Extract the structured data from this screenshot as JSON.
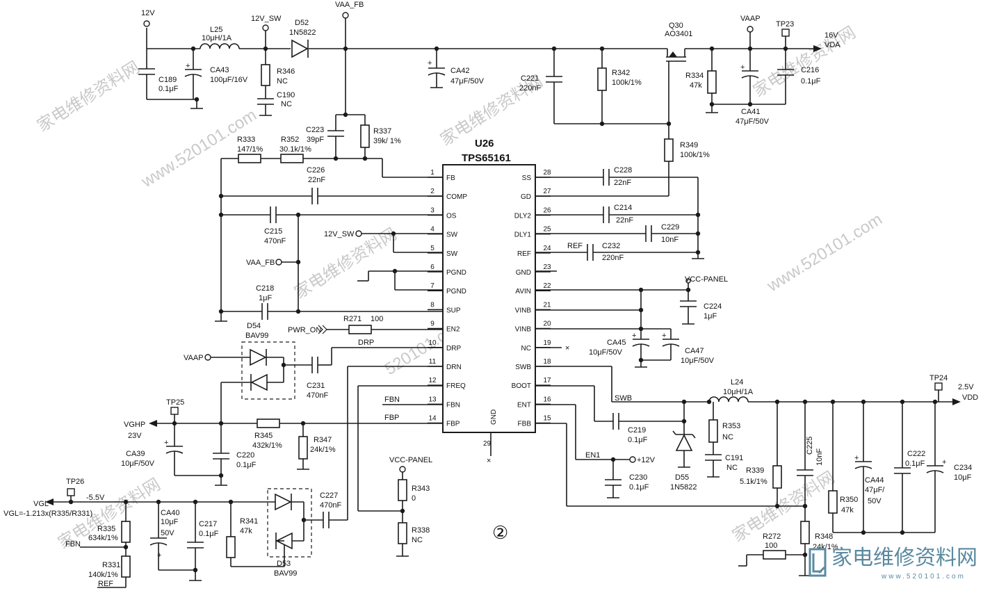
{
  "ic": {
    "ref": "U26",
    "part": "TPS65161",
    "left_pins": [
      {
        "num": "1",
        "name": "FB"
      },
      {
        "num": "2",
        "name": "COMP"
      },
      {
        "num": "3",
        "name": "OS"
      },
      {
        "num": "4",
        "name": "SW"
      },
      {
        "num": "5",
        "name": "SW"
      },
      {
        "num": "6",
        "name": "PGND"
      },
      {
        "num": "7",
        "name": "PGND"
      },
      {
        "num": "8",
        "name": "SUP"
      },
      {
        "num": "9",
        "name": "EN2"
      },
      {
        "num": "10",
        "name": "DRP"
      },
      {
        "num": "11",
        "name": "DRN"
      },
      {
        "num": "12",
        "name": "FREQ"
      },
      {
        "num": "13",
        "name": "FBN"
      },
      {
        "num": "14",
        "name": "FBP"
      }
    ],
    "right_pins": [
      {
        "num": "28",
        "name": "SS"
      },
      {
        "num": "27",
        "name": "GD"
      },
      {
        "num": "26",
        "name": "DLY2"
      },
      {
        "num": "25",
        "name": "DLY1"
      },
      {
        "num": "24",
        "name": "REF"
      },
      {
        "num": "23",
        "name": "GND"
      },
      {
        "num": "22",
        "name": "AVIN"
      },
      {
        "num": "21",
        "name": "VINB"
      },
      {
        "num": "20",
        "name": "VINB"
      },
      {
        "num": "19",
        "name": "NC"
      },
      {
        "num": "18",
        "name": "SWB"
      },
      {
        "num": "17",
        "name": "BOOT"
      },
      {
        "num": "16",
        "name": "ENT"
      },
      {
        "num": "15",
        "name": "FBB"
      }
    ],
    "gnd_pin": {
      "num": "29",
      "name": "GND"
    }
  },
  "labels": {
    "net_12v": "12V",
    "net_12v_sw": "12V_SW",
    "net_vaa_fb": "VAA_FB",
    "net_vaap": "VAAP",
    "tp23": "TP23",
    "out16_v": "16V",
    "out16_n": "VDA",
    "ref_c43": "C189",
    "val_c43": "0.1μF",
    "l25_ref": "L25",
    "l25_val": "10μH/1A",
    "ca43_ref": "CA43",
    "ca43_val": "100μF/16V",
    "r346_ref": "R346",
    "r346_val": "NC",
    "c190_ref": "C190",
    "c190_val": "NC",
    "d52_ref": "D52",
    "d52_val": "1N5822",
    "ca42_ref": "CA42",
    "ca42_val": "47μF/50V",
    "q30_ref": "Q30",
    "q30_val": "AO3401",
    "c221_ref": "C221",
    "c221_val": "220nF",
    "r342_ref": "R342",
    "r342_val": "100k/1%",
    "r334_ref": "R334",
    "r334_val": "47k",
    "ca41_ref": "CA41",
    "ca41_val": "47μF/50V",
    "c216_ref": "C216",
    "c216_val": "0.1μF",
    "r349_ref": "R349",
    "r349_val": "100k/1%",
    "c223_ref": "C223",
    "c223_val": "39pF",
    "r337_ref": "R337",
    "r337_val": "39k/ 1%",
    "r333_ref": "R333",
    "r333_val": "147/1%",
    "r352_ref": "R352",
    "r352_val": "30.1k/1%",
    "c226_ref": "C226",
    "c226_val": "22nF",
    "c215_ref": "C215",
    "c215_val": "470nF",
    "c218_ref": "C218",
    "c218_val": "1μF",
    "pwr_on": "PWR_ON",
    "r271_ref": "R271",
    "r271_val": "100",
    "drp": "DRP",
    "d54_ref": "D54",
    "d54_val": "BAV99",
    "c231_ref": "C231",
    "c231_val": "470nF",
    "tp25": "TP25",
    "vghp": "VGHP",
    "vghp_v": "23V",
    "r345_ref": "R345",
    "r345_val": "432k/1%",
    "r347_ref": "R347",
    "r347_val": "24k/1%",
    "ca39_ref": "CA39",
    "ca39_val": "10μF/50V",
    "c220_ref": "C220",
    "c220_val": "0.1μF",
    "fbn": "FBN",
    "fbp": "FBP",
    "vcc_panel": "VCC-PANEL",
    "r343_ref": "R343",
    "r343_val": "0",
    "r338_ref": "R338",
    "r338_val": "NC",
    "tp26": "TP26",
    "vgl": "VGL",
    "vgl_v": "-5.5V",
    "vgl_eq": "VGL=-1.213x(R335/R331)",
    "r335_ref": "R335",
    "r335_val": "634k/1%",
    "r331_ref": "R331",
    "r331_val": "140k/1%",
    "ref": "REF",
    "ca40_ref": "CA40",
    "ca40_val1": "10μF",
    "ca40_val2": "50V",
    "c217_ref": "C217",
    "c217_val": "0.1μF",
    "r341_ref": "R341",
    "r341_val": "47k",
    "c227_ref": "C227",
    "c227_val": "470nF",
    "d53_ref": "D53",
    "d53_val": "BAV99",
    "circle2": "②",
    "c228_ref": "C228",
    "c228_val": "22nF",
    "c214_ref": "C214",
    "c214_val": "22nF",
    "c229_ref": "C229",
    "c229_val": "10nF",
    "c232_ref": "C232",
    "c232_val": "220nF",
    "c224_ref": "C224",
    "c224_val": "1μF",
    "ca45_ref": "CA45",
    "ca45_val": "10μF/50V",
    "ca47_ref": "CA47",
    "ca47_val": "10μF/50V",
    "swb": "SWB",
    "l24_ref": "L24",
    "l24_val": "10μH/1A",
    "tp24": "TP24",
    "out25_v": "2.5V",
    "out25_n": "VDD",
    "c219_ref": "C219",
    "c219_val": "0.1μF",
    "r353_ref": "R353",
    "r353_val": "NC",
    "c191_ref": "C191",
    "c191_val": "NC",
    "en1": "EN1",
    "plus12": "+12V",
    "c230_ref": "C230",
    "c230_val": "0.1μF",
    "d55_ref": "D55",
    "d55_val": "1N5822",
    "r339_ref": "R339",
    "r339_val": "5.1k/1%",
    "c225_ref": "C225",
    "c225_val": "10nF",
    "r350_ref": "R350",
    "r350_val": "47k",
    "ca44_ref": "CA44",
    "ca44_val1": "47μF/",
    "ca44_val2": "50V",
    "c222_ref": "C222",
    "c222_val": "0.1μF",
    "ca234_ref": "C234",
    "ca234_val": "10μF",
    "r272_ref": "R272",
    "r272_val": "100",
    "r348_ref": "R348",
    "r348_val": "24k/1%"
  },
  "watermarks": [
    "家电维修资料网",
    "www.520101.com",
    "520101.com"
  ],
  "logo": {
    "cn": "家电维修资料网",
    "url": "www.520101.com",
    "color": "#5a8aa0"
  }
}
